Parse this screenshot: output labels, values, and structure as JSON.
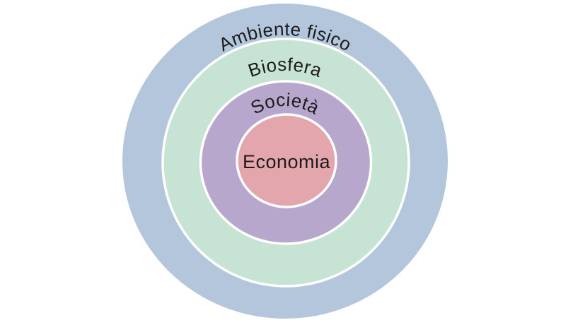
{
  "diagram": {
    "type": "nested-circles",
    "background_color": "#ffffff",
    "text_color": "#1c1c1c",
    "ring_border_color": "#ffffff",
    "rings": [
      {
        "label": "Ambiente fisico",
        "color": "#b3c6dc",
        "level": 1
      },
      {
        "label": "Biosfera",
        "color": "#c6e3d3",
        "level": 2
      },
      {
        "label": "Società",
        "color": "#b8a7cd",
        "level": 3
      },
      {
        "label": "Economia",
        "color": "#e3a6ac",
        "level": 4
      }
    ]
  }
}
